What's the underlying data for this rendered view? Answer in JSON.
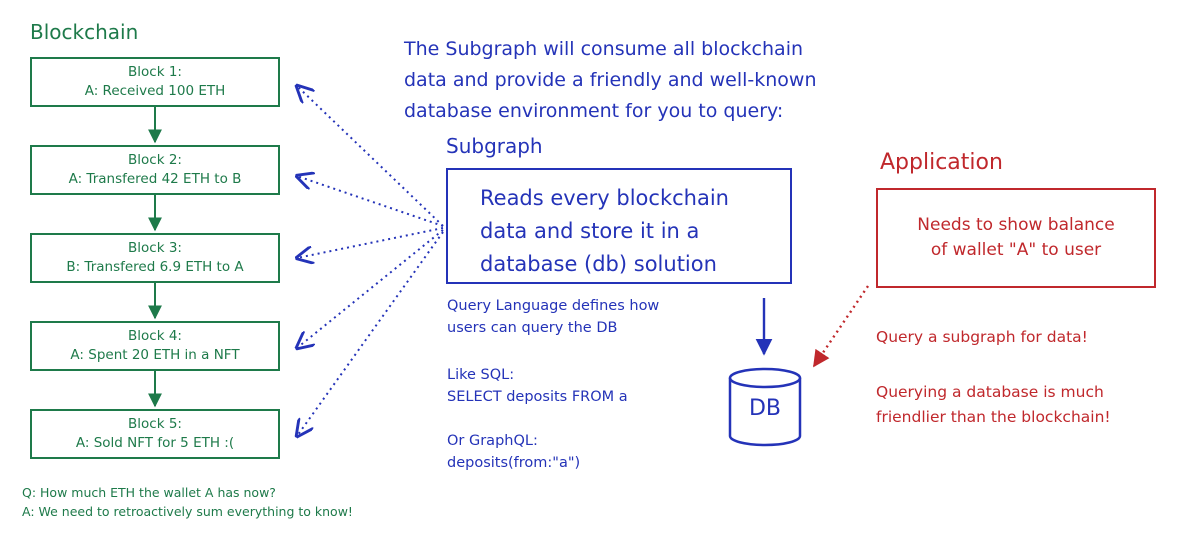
{
  "colors": {
    "green": "#1e7a4a",
    "blue": "#2433b8",
    "red": "#c0282c"
  },
  "blockchain": {
    "title": "Blockchain",
    "blocks": [
      {
        "title": "Block 1:",
        "text": "A: Received 100 ETH"
      },
      {
        "title": "Block 2:",
        "text": "A: Transfered 42 ETH to B"
      },
      {
        "title": "Block 3:",
        "text": "B: Transfered 6.9 ETH to A"
      },
      {
        "title": "Block 4:",
        "text": "A: Spent 20 ETH in a NFT"
      },
      {
        "title": "Block 5:",
        "text": "A: Sold NFT for 5 ETH :("
      }
    ],
    "qa": {
      "q": "Q: How much ETH the wallet A has now?",
      "a": "A: We need to retroactively sum everything to know!"
    }
  },
  "intro": {
    "lines": [
      "The Subgraph will consume all blockchain",
      "data and provide a friendly and well-known",
      "database environment for you to query:"
    ]
  },
  "subgraph": {
    "title": "Subgraph",
    "box_lines": [
      "Reads every blockchain",
      "data and store it in a",
      "database (db) solution"
    ],
    "query_language": [
      "Query Language defines how",
      "users can query the DB"
    ],
    "sql": [
      "Like SQL:",
      "SELECT deposits FROM a"
    ],
    "graphql": [
      "Or GraphQL:",
      "deposits(from:\"a\")"
    ]
  },
  "db": {
    "label": "DB"
  },
  "application": {
    "title": "Application",
    "box_text": [
      "Needs to show balance",
      "of wallet \"A\" to user"
    ],
    "note1": "Query a subgraph for data!",
    "note2": [
      "Querying a database is much",
      "friendlier than the blockchain!"
    ]
  }
}
